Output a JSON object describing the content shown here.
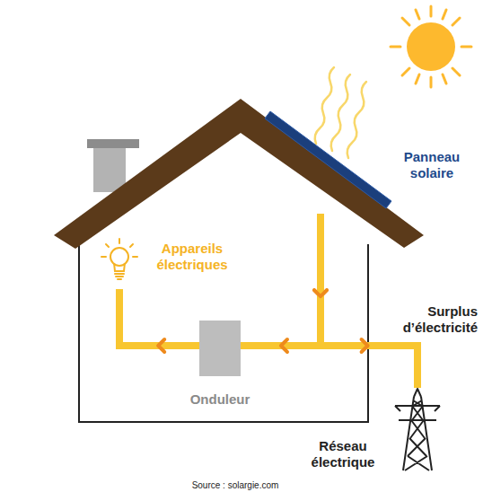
{
  "diagram": {
    "nodes": [
      {
        "text": [
          "Panneau solaire"
        ]
      },
      {
        "text": [
          "Appareils électriques"
        ]
      },
      {
        "text": [
          "Onduleur"
        ]
      },
      {
        "text": [
          "Réseau électrique"
        ]
      }
    ],
    "edges": [
      {
        "from": 0,
        "to": 2,
        "arrow": "to"
      },
      {
        "from": 0,
        "to": 3,
        "arrow": "to",
        "label": "Surplus d’électricité"
      },
      {
        "from": 2,
        "to": 1,
        "arrow": "to"
      }
    ],
    "labels": [
      "Source : solargie.com"
    ]
  }
}
